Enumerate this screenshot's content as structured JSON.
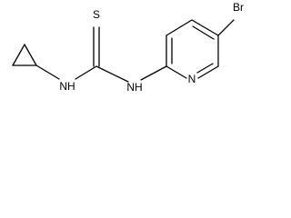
{
  "structure": {
    "atoms": {
      "sulfur": "S",
      "bromine": "Br",
      "nitrogen_left": "NH",
      "nitrogen_right": "NH",
      "nitrogen_ring": "N"
    }
  }
}
